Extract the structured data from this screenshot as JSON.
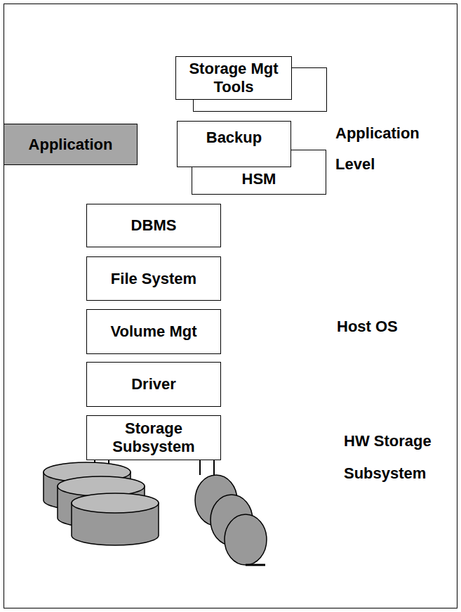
{
  "diagram": {
    "nodes": [
      {
        "text": [
          "Storage Mgt Tools"
        ]
      },
      {
        "text": [
          "Application"
        ]
      },
      {
        "text": [
          "Backup"
        ]
      },
      {
        "text": [
          "HSM"
        ]
      },
      {
        "text": [
          "DBMS"
        ]
      },
      {
        "text": [
          "File System"
        ]
      },
      {
        "text": [
          "Volume Mgt"
        ]
      },
      {
        "text": [
          "Driver"
        ]
      },
      {
        "text": [
          "Storage Subsystem"
        ]
      }
    ],
    "labels": [
      "Application Level",
      "Host OS",
      "HW Storage Subsystem"
    ]
  }
}
